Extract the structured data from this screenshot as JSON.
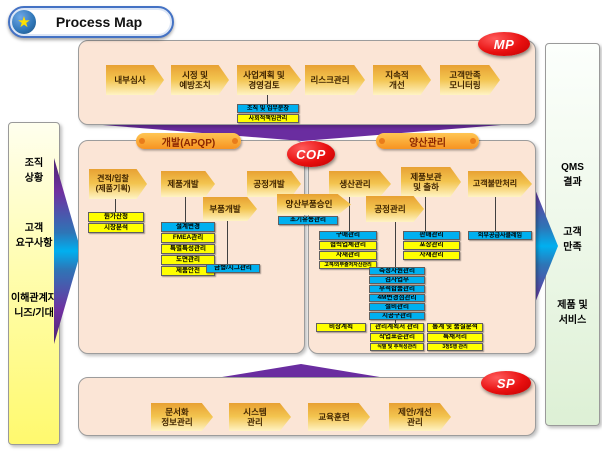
{
  "title": {
    "text": "Process Map"
  },
  "badges": {
    "mp": "MP",
    "cop": "COP",
    "sp": "SP"
  },
  "left_sidebar": {
    "items": [
      "조직\n상황",
      "고객\n요구사항",
      "이해관계자\n니즈/기대"
    ]
  },
  "right_sidebar": {
    "items": [
      "QMS\n결과",
      "고객\n만족",
      "제품 및\n서비스"
    ]
  },
  "mp_section": {
    "arrows": [
      "내부심사",
      "시정 및\n예방조치",
      "사업계획 및\n경영검토",
      "리스크관리",
      "지속적\n개선",
      "고객만족\n모니터링"
    ],
    "sub_boxes": [
      "조직 및 업무분장",
      "사회적책임관리"
    ]
  },
  "dev_section": {
    "header": "개발(APQP)",
    "arrows": [
      "견적/입찰\n(제품기획)",
      "제품개발",
      "공정개발",
      "부품개발",
      "양산부품승인"
    ],
    "quote_boxes": [
      "원가산정",
      "시장분석"
    ],
    "product_boxes": [
      "설계변경",
      "FMEA관리",
      "특별특성관리",
      "도면관리",
      "제품안전"
    ],
    "part_boxes": [
      "금형/지그관리"
    ],
    "approval_boxes": [
      "초기유동관리"
    ]
  },
  "prod_section": {
    "header": "양산관리",
    "arrows": [
      "생산관리",
      "제품보관\n및 출하",
      "고객불만처리",
      "공정관리"
    ],
    "purchase_boxes": [
      "구매관리",
      "협력업체관리",
      "자재관리",
      "고객/외부출처자산관리"
    ],
    "process_boxes": [
      "측정자원관리",
      "검사업무",
      "부적합품관리",
      "4M변경점관리",
      "설비관리",
      "치공구관리"
    ],
    "shipping_boxes": [
      "판매관리",
      "포장관리",
      "자재관리"
    ],
    "claim_boxes": [
      "외부공급사클레임"
    ],
    "bottom_boxes": {
      "left": [
        "비상계획"
      ],
      "middle": [
        "관리계획서 관리",
        "작업표준관리",
        "식별 및 추적성관리"
      ],
      "right": [
        "통계 및 품질분석",
        "특채처리",
        "3정5행 관리"
      ]
    }
  },
  "sp_section": {
    "arrows": [
      "문서화\n정보관리",
      "시스템\n관리",
      "교육훈련",
      "제안/개선\n관리"
    ]
  },
  "colors": {
    "panel_bg": "#FBE5D6",
    "arrow_gold": "#F2C24E",
    "box_blue": "#00B0F0",
    "box_yellow": "#FFFF00",
    "badge_red": "#E21313",
    "triangle_purple": "#6A2DA0",
    "header_orange": "#F9A326",
    "sidebar_left_yellow": "#FFF96E",
    "sidebar_right_green": "#DDF0D5",
    "title_border_blue": "#4472C4"
  }
}
